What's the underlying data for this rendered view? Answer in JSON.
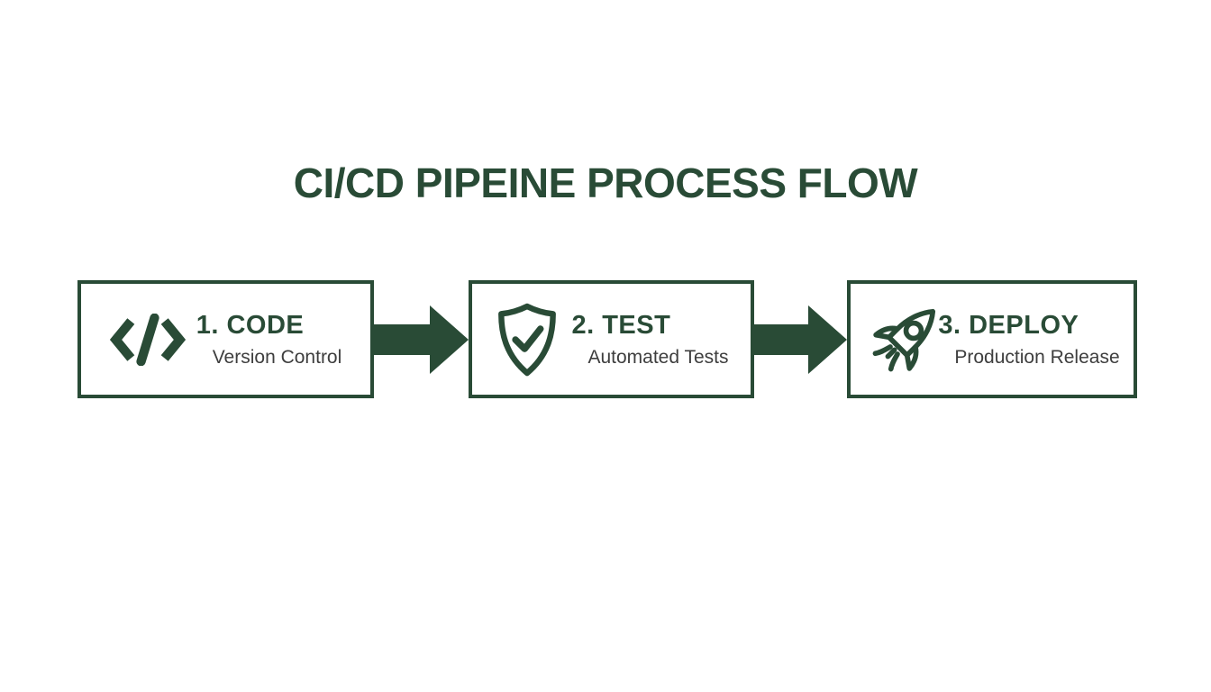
{
  "page": {
    "title": "CI/CD PIPEINE PROCESS FLOW"
  },
  "colors": {
    "accent": "#294b36",
    "muted": "#3e3e3e",
    "bg": "#ffffff"
  },
  "steps": [
    {
      "label": "1. CODE",
      "subtitle": "Version Control",
      "icon": "code-icon"
    },
    {
      "label": "2. TEST",
      "subtitle": "Automated Tests",
      "icon": "shield-check-icon"
    },
    {
      "label": "3. DEPLOY",
      "subtitle": "Production Release",
      "icon": "rocket-icon"
    }
  ],
  "arrows": [
    {
      "icon": "right-block-arrow-icon"
    },
    {
      "icon": "right-block-arrow-icon"
    }
  ]
}
